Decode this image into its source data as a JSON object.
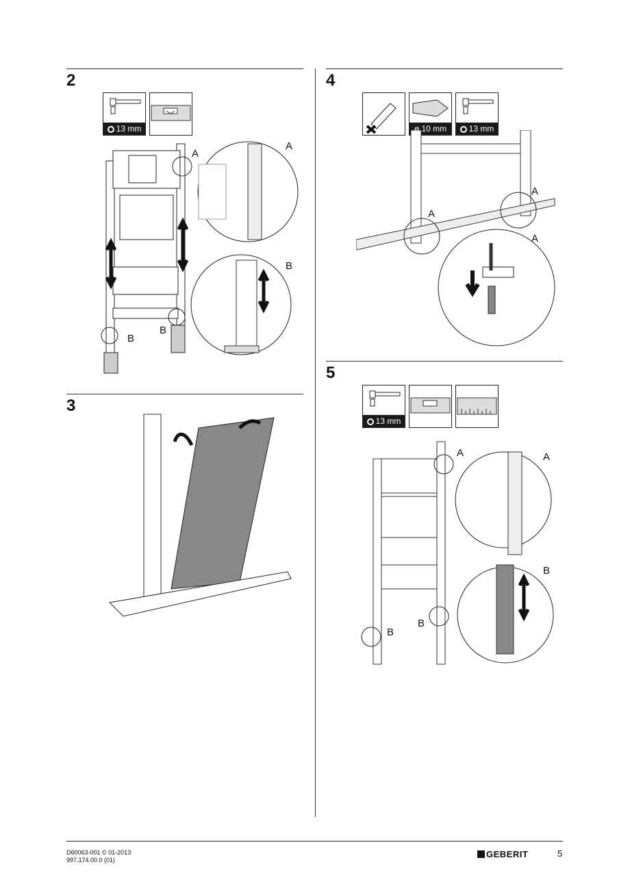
{
  "steps": {
    "s2": {
      "number": "2",
      "tool1_label": "13 mm",
      "callouts": {
        "a1": "A",
        "a2": "A",
        "b1": "B",
        "b2": "B",
        "b3": "B"
      }
    },
    "s3": {
      "number": "3"
    },
    "s4": {
      "number": "4",
      "tool2_label": "ø 10 mm",
      "tool3_label": "13 mm",
      "callouts": {
        "a1": "A",
        "a2": "A",
        "a3": "A"
      }
    },
    "s5": {
      "number": "5",
      "tool1_label": "13 mm",
      "callouts": {
        "a1": "A",
        "a2": "A",
        "b1": "B",
        "b2": "B",
        "b3": "B"
      }
    }
  },
  "footer": {
    "doc_line1": "D60063-001 © 01-2013",
    "doc_line2": "997.174.00.0 (01)",
    "brand": "GEBERIT",
    "page_number": "5"
  },
  "icons": [
    "socket-wrench-icon",
    "spirit-level-icon",
    "marker-pen-icon",
    "drill-bit-icon",
    "ruler-icon",
    "hex-nut-icon"
  ]
}
